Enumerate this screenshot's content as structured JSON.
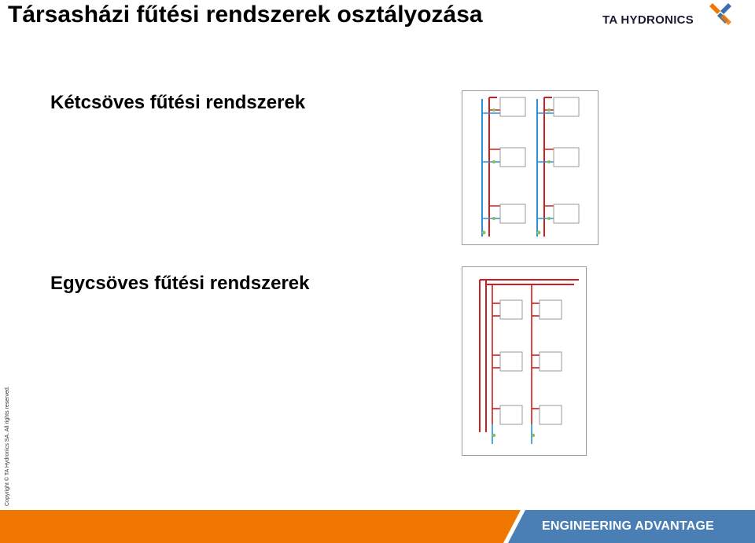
{
  "slide": {
    "title": "Társasházi fűtési rendszerek osztályozása",
    "logo_text": "TA HYDRONICS",
    "section_two_pipe": "Kétcsöves fűtési rendszerek",
    "section_one_pipe": "Egycsöves fűtési rendszerek",
    "copyright": "Copyright © TA Hydronics SA. All rights reserved.",
    "footer_text": "ENGINEERING ADVANTAGE"
  },
  "colors": {
    "footer_orange": "#f07800",
    "footer_blue": "#4a7fb5",
    "pipe_supply": "#cc1f1f",
    "pipe_return": "#2b8fd6",
    "logo_orange": "#f07800",
    "logo_blue": "#3a6fb0"
  },
  "icons": [
    "ta-hydronics-logo-mark",
    "two-pipe-heating-diagram",
    "one-pipe-heating-diagram"
  ]
}
